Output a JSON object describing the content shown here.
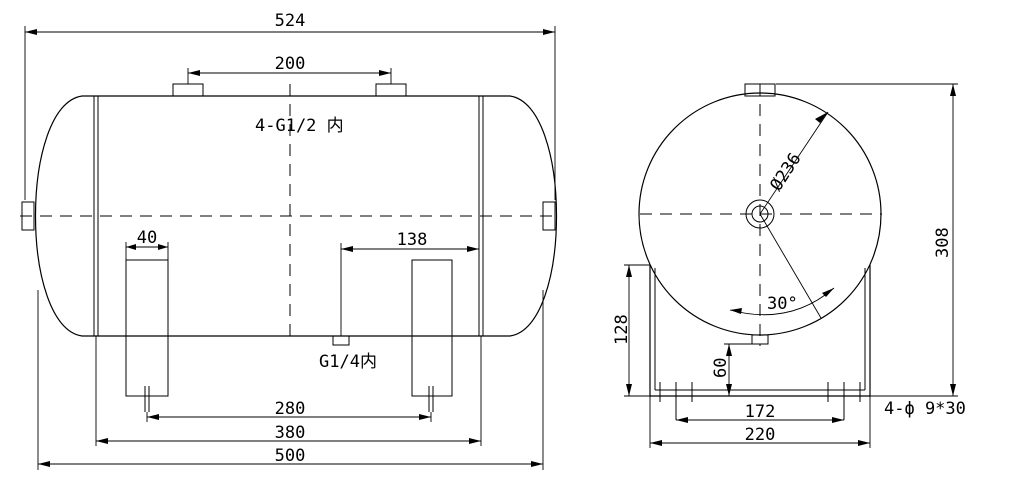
{
  "front_view": {
    "overall_length": "524",
    "port_spacing": "200",
    "top_ports_note": "4-G1/2 内",
    "foot_width": "40",
    "drain_offset": "138",
    "drain_note": "G1/4内",
    "foot_spacing": "280",
    "shell_length": "380",
    "body_length": "500"
  },
  "side_view": {
    "diameter": "Ø236",
    "angle": "30°",
    "overall_height": "308",
    "saddle_height": "128",
    "drain_height": "60",
    "bolt_spacing": "172",
    "base_width": "220",
    "bolt_holes_note": "4-ф 9*30"
  }
}
